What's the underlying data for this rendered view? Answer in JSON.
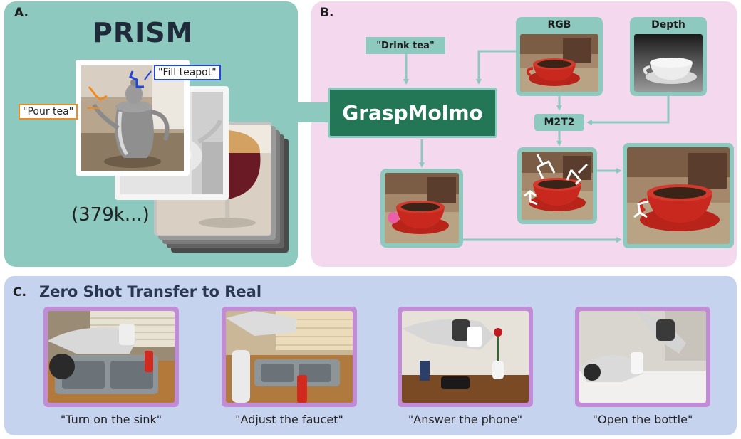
{
  "panel_a": {
    "letter": "A.",
    "title": "PRISM",
    "count": "(379k...)",
    "tags": {
      "fill_teapot": "\"Fill teapot\"",
      "pour_tea": "\"Pour tea\""
    }
  },
  "panel_b": {
    "letter": "B.",
    "prompt": "\"Drink tea\"",
    "model": "GraspMolmo",
    "rgb_label": "RGB",
    "depth_label": "Depth",
    "m2t2_label": "M2T2"
  },
  "panel_c": {
    "letter": "C.",
    "title": "Zero Shot Transfer to Real",
    "items": [
      {
        "caption": "\"Turn on the sink\""
      },
      {
        "caption": "\"Adjust the faucet\""
      },
      {
        "caption": "\"Answer the phone\""
      },
      {
        "caption": "\"Open the bottle\""
      }
    ]
  },
  "colors": {
    "teal": "#8dc9be",
    "pink": "#f3d8ee",
    "lavender": "#c6d3ef",
    "dark_green": "#237656",
    "purple_frame": "#c28bd6",
    "blue_tag": "#2048d8",
    "orange_tag": "#f08a1e",
    "cup_red": "#c8281e",
    "grasp_point": "#ea5fa8"
  }
}
